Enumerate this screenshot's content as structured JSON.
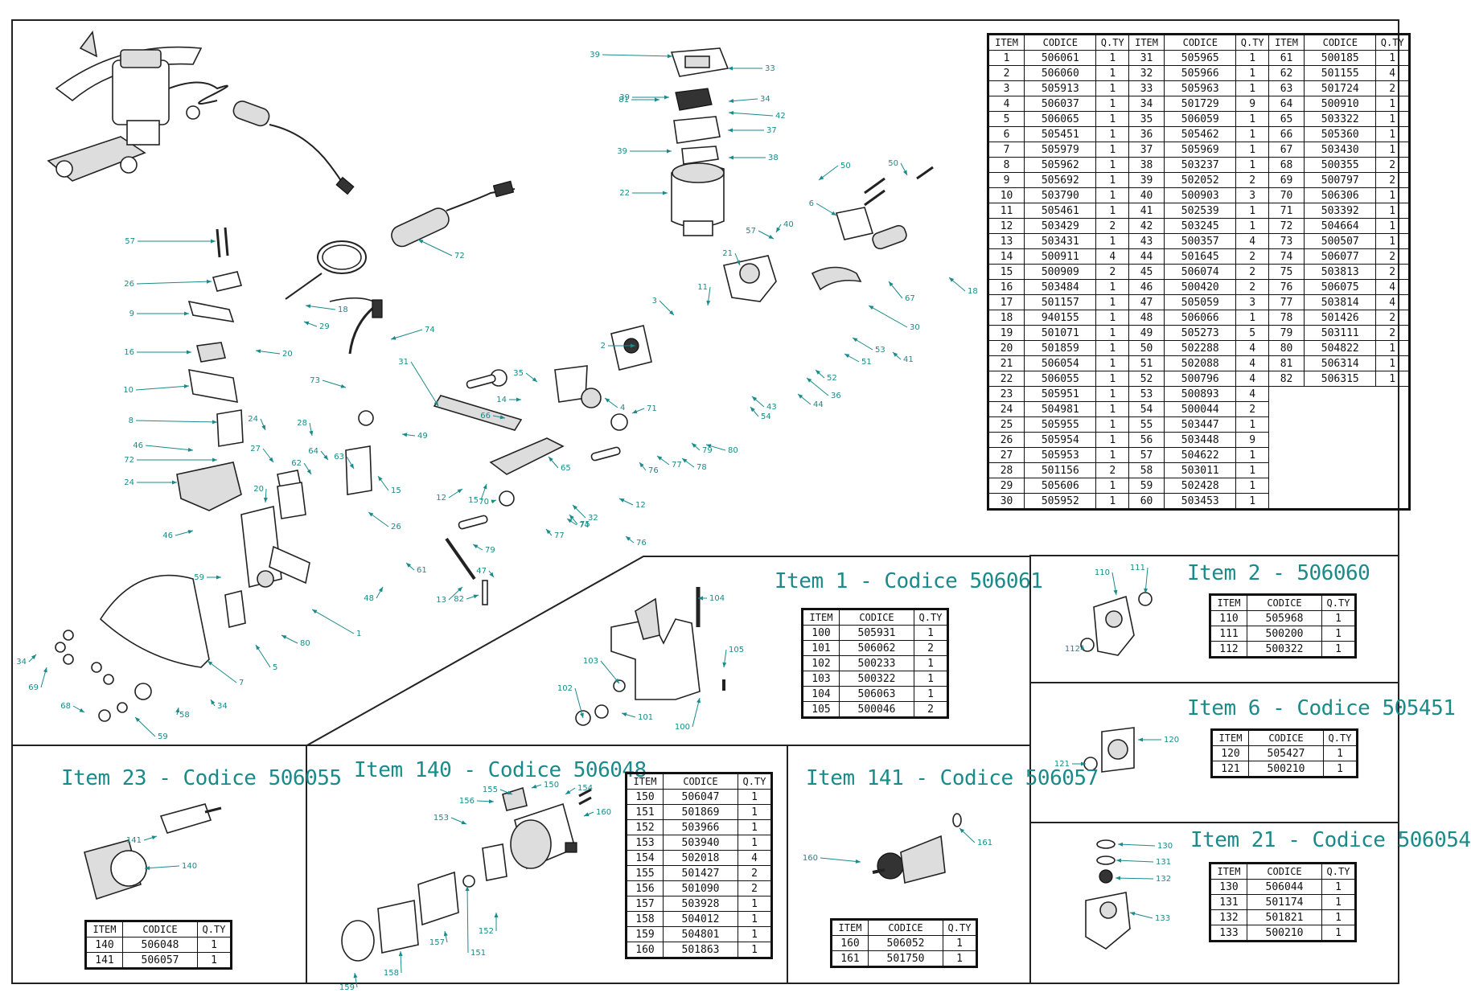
{
  "main_table": {
    "headers": [
      "ITEM",
      "CODICE",
      "Q.TY"
    ],
    "columns": [
      [
        [
          "1",
          "506061",
          "1"
        ],
        [
          "2",
          "506060",
          "1"
        ],
        [
          "3",
          "505913",
          "1"
        ],
        [
          "4",
          "506037",
          "1"
        ],
        [
          "5",
          "506065",
          "1"
        ],
        [
          "6",
          "505451",
          "1"
        ],
        [
          "7",
          "505979",
          "1"
        ],
        [
          "8",
          "505962",
          "1"
        ],
        [
          "9",
          "505692",
          "1"
        ],
        [
          "10",
          "503790",
          "1"
        ],
        [
          "11",
          "505461",
          "1"
        ],
        [
          "12",
          "503429",
          "2"
        ],
        [
          "13",
          "503431",
          "1"
        ],
        [
          "14",
          "500911",
          "4"
        ],
        [
          "15",
          "500909",
          "2"
        ],
        [
          "16",
          "503484",
          "1"
        ],
        [
          "17",
          "501157",
          "1"
        ],
        [
          "18",
          "940155",
          "1"
        ],
        [
          "19",
          "501071",
          "1"
        ],
        [
          "20",
          "501859",
          "1"
        ],
        [
          "21",
          "506054",
          "1"
        ],
        [
          "22",
          "506055",
          "1"
        ],
        [
          "23",
          "505951",
          "1"
        ],
        [
          "24",
          "504981",
          "1"
        ],
        [
          "25",
          "505955",
          "1"
        ],
        [
          "26",
          "505954",
          "1"
        ],
        [
          "27",
          "505953",
          "1"
        ],
        [
          "28",
          "501156",
          "2"
        ],
        [
          "29",
          "505606",
          "1"
        ],
        [
          "30",
          "505952",
          "1"
        ]
      ],
      [
        [
          "31",
          "505965",
          "1"
        ],
        [
          "32",
          "505966",
          "1"
        ],
        [
          "33",
          "505963",
          "1"
        ],
        [
          "34",
          "501729",
          "9"
        ],
        [
          "35",
          "506059",
          "1"
        ],
        [
          "36",
          "505462",
          "1"
        ],
        [
          "37",
          "505969",
          "1"
        ],
        [
          "38",
          "503237",
          "1"
        ],
        [
          "39",
          "502052",
          "2"
        ],
        [
          "40",
          "500903",
          "3"
        ],
        [
          "41",
          "502539",
          "1"
        ],
        [
          "42",
          "503245",
          "1"
        ],
        [
          "43",
          "500357",
          "4"
        ],
        [
          "44",
          "501645",
          "2"
        ],
        [
          "45",
          "506074",
          "2"
        ],
        [
          "46",
          "500420",
          "2"
        ],
        [
          "47",
          "505059",
          "3"
        ],
        [
          "48",
          "506066",
          "1"
        ],
        [
          "49",
          "505273",
          "5"
        ],
        [
          "50",
          "502288",
          "4"
        ],
        [
          "51",
          "502088",
          "4"
        ],
        [
          "52",
          "500796",
          "4"
        ],
        [
          "53",
          "500893",
          "4"
        ],
        [
          "54",
          "500044",
          "2"
        ],
        [
          "55",
          "503447",
          "1"
        ],
        [
          "56",
          "503448",
          "9"
        ],
        [
          "57",
          "504622",
          "1"
        ],
        [
          "58",
          "503011",
          "1"
        ],
        [
          "59",
          "502428",
          "1"
        ],
        [
          "60",
          "503453",
          "1"
        ]
      ],
      [
        [
          "61",
          "500185",
          "1"
        ],
        [
          "62",
          "501155",
          "4"
        ],
        [
          "63",
          "501724",
          "2"
        ],
        [
          "64",
          "500910",
          "1"
        ],
        [
          "65",
          "503322",
          "1"
        ],
        [
          "66",
          "505360",
          "1"
        ],
        [
          "67",
          "503430",
          "1"
        ],
        [
          "68",
          "500355",
          "2"
        ],
        [
          "69",
          "500797",
          "2"
        ],
        [
          "70",
          "506306",
          "1"
        ],
        [
          "71",
          "503392",
          "1"
        ],
        [
          "72",
          "504664",
          "1"
        ],
        [
          "73",
          "500507",
          "1"
        ],
        [
          "74",
          "506077",
          "2"
        ],
        [
          "75",
          "503813",
          "2"
        ],
        [
          "76",
          "506075",
          "4"
        ],
        [
          "77",
          "503814",
          "4"
        ],
        [
          "78",
          "501426",
          "2"
        ],
        [
          "79",
          "503111",
          "2"
        ],
        [
          "80",
          "504822",
          "1"
        ],
        [
          "81",
          "506314",
          "1"
        ],
        [
          "82",
          "506315",
          "1"
        ]
      ]
    ]
  },
  "subassemblies": [
    {
      "key": "item1",
      "title": "Item 1 - Codice 506061",
      "rows": [
        [
          "100",
          "505931",
          "1"
        ],
        [
          "101",
          "506062",
          "2"
        ],
        [
          "102",
          "500233",
          "1"
        ],
        [
          "103",
          "500322",
          "1"
        ],
        [
          "104",
          "506063",
          "1"
        ],
        [
          "105",
          "500046",
          "2"
        ]
      ]
    },
    {
      "key": "item2",
      "title": "Item 2 - 506060",
      "rows": [
        [
          "110",
          "505968",
          "1"
        ],
        [
          "111",
          "500200",
          "1"
        ],
        [
          "112",
          "500322",
          "1"
        ]
      ]
    },
    {
      "key": "item6",
      "title": "Item 6 - Codice 505451",
      "rows": [
        [
          "120",
          "505427",
          "1"
        ],
        [
          "121",
          "500210",
          "1"
        ]
      ]
    },
    {
      "key": "item21",
      "title": "Item 21 - Codice 506054",
      "rows": [
        [
          "130",
          "506044",
          "1"
        ],
        [
          "131",
          "501174",
          "1"
        ],
        [
          "132",
          "501821",
          "1"
        ],
        [
          "133",
          "500210",
          "1"
        ]
      ]
    },
    {
      "key": "item23",
      "title": "Item 23 - Codice 506055",
      "rows": [
        [
          "140",
          "506048",
          "1"
        ],
        [
          "141",
          "506057",
          "1"
        ]
      ]
    },
    {
      "key": "item140",
      "title": "Item 140 - Codice 506048",
      "rows": [
        [
          "150",
          "506047",
          "1"
        ],
        [
          "151",
          "501869",
          "1"
        ],
        [
          "152",
          "503966",
          "1"
        ],
        [
          "153",
          "503940",
          "1"
        ],
        [
          "154",
          "502018",
          "4"
        ],
        [
          "155",
          "501427",
          "2"
        ],
        [
          "156",
          "501090",
          "2"
        ],
        [
          "157",
          "503928",
          "1"
        ],
        [
          "158",
          "504012",
          "1"
        ],
        [
          "159",
          "504801",
          "1"
        ],
        [
          "160",
          "501863",
          "1"
        ]
      ]
    },
    {
      "key": "item141",
      "title": "Item 141 - Codice 506057",
      "rows": [
        [
          "160",
          "506052",
          "1"
        ],
        [
          "161",
          "501750",
          "1"
        ]
      ]
    }
  ],
  "callouts": {
    "main": [
      "1",
      "2",
      "3",
      "4",
      "5",
      "6",
      "7",
      "8",
      "9",
      "10",
      "11",
      "12",
      "12",
      "13",
      "14",
      "15",
      "15",
      "16",
      "18",
      "18",
      "20",
      "20",
      "21",
      "22",
      "24",
      "24",
      "26",
      "26",
      "27",
      "28",
      "29",
      "30",
      "31",
      "32",
      "33",
      "34",
      "34",
      "34",
      "35",
      "36",
      "37",
      "38",
      "39",
      "39",
      "39",
      "40",
      "41",
      "42",
      "43",
      "44",
      "46",
      "46",
      "47",
      "48",
      "49",
      "50",
      "50",
      "51",
      "52",
      "53",
      "54",
      "57",
      "57",
      "58",
      "59",
      "59",
      "61",
      "62",
      "63",
      "64",
      "65",
      "66",
      "67",
      "68",
      "69",
      "70",
      "71",
      "72",
      "72",
      "73",
      "74",
      "74",
      "75",
      "76",
      "76",
      "77",
      "77",
      "78",
      "79",
      "79",
      "80",
      "80",
      "81",
      "82"
    ],
    "item1": [
      "100",
      "101",
      "102",
      "103",
      "104",
      "105"
    ],
    "item2": [
      "110",
      "111",
      "112"
    ],
    "item6": [
      "120",
      "121"
    ],
    "item21": [
      "130",
      "131",
      "132",
      "133"
    ],
    "item23": [
      "140",
      "141"
    ],
    "item140": [
      "150",
      "151",
      "152",
      "153",
      "154",
      "155",
      "156",
      "157",
      "158",
      "159",
      "160"
    ],
    "item141": [
      "160",
      "161"
    ]
  }
}
